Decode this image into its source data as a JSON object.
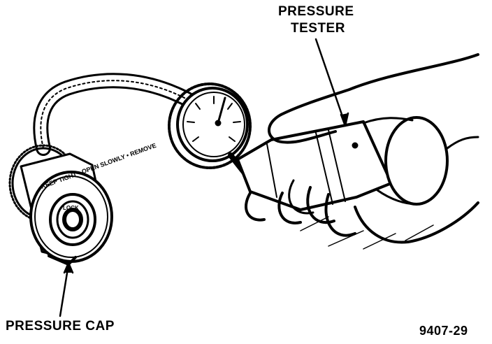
{
  "labels": {
    "tester_line1": "PRESSURE",
    "tester_line2": "TESTER",
    "cap": "PRESSURE CAP",
    "figure_number": "9407-29"
  },
  "cap_text": {
    "outer": "KEEP TIGHT  •  OPEN SLOWLY  •  REMOVE",
    "inner": "LOCK"
  },
  "colors": {
    "ink": "#000000",
    "paper": "#ffffff"
  }
}
